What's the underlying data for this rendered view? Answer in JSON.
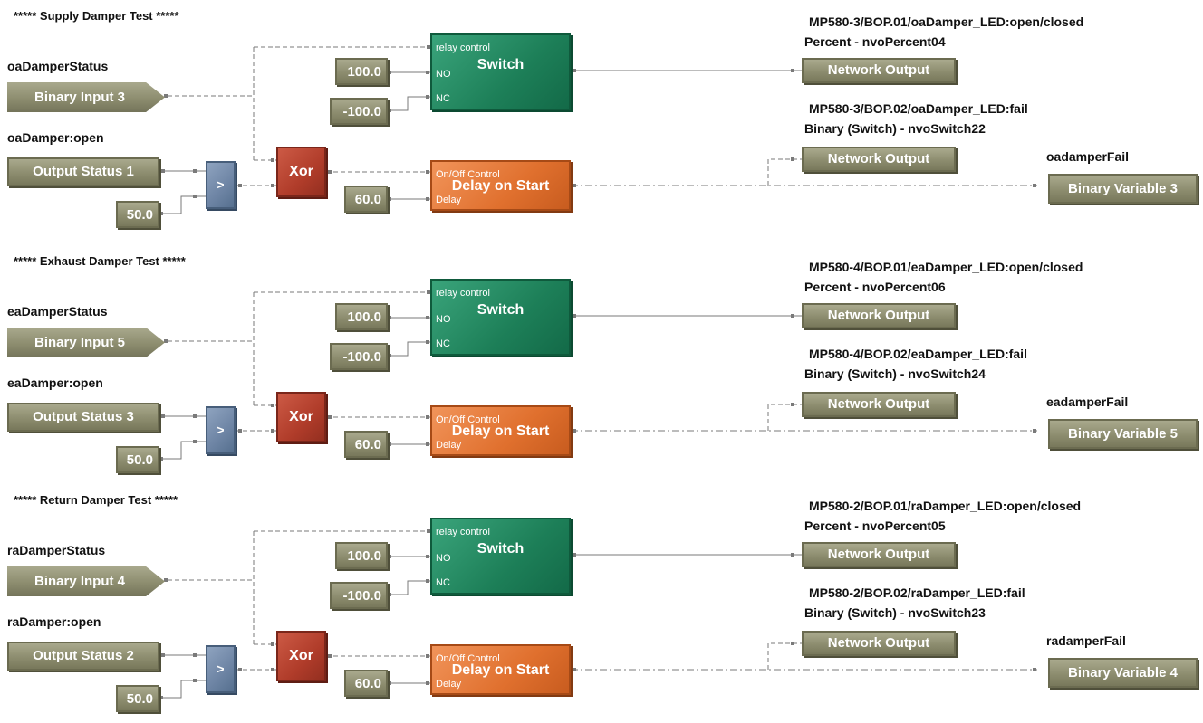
{
  "sections": [
    {
      "header": "***** Supply Damper Test *****",
      "status_label": "oaDamperStatus",
      "binary_input": "Binary Input 3",
      "open_label": "oaDamper:open",
      "output_status": "Output Status 1",
      "compare_value": "50.0",
      "compare_symbol": ">",
      "xor_label": "Xor",
      "switch": {
        "title": "Switch",
        "pin_relay": "relay control",
        "pin_no": "NO",
        "pin_nc": "NC",
        "no_value": "100.0",
        "nc_value": "-100.0"
      },
      "delay": {
        "title": "Delay on Start",
        "pin_onoff": "On/Off Control",
        "pin_delay": "Delay",
        "delay_value": "60.0"
      },
      "out1_line1": "MP580-3/BOP.01/oaDamper_LED:open/closed",
      "out1_line2": "Percent - nvoPercent04",
      "out1_block": "Network Output",
      "out2_line1": "MP580-3/BOP.02/oaDamper_LED:fail",
      "out2_line2": "Binary (Switch) - nvoSwitch22",
      "out2_block": "Network Output",
      "fail_label": "oadamperFail",
      "binary_variable": "Binary Variable 3"
    },
    {
      "header": "***** Exhaust Damper Test *****",
      "status_label": "eaDamperStatus",
      "binary_input": "Binary Input 5",
      "open_label": "eaDamper:open",
      "output_status": "Output Status 3",
      "compare_value": "50.0",
      "compare_symbol": ">",
      "xor_label": "Xor",
      "switch": {
        "title": "Switch",
        "pin_relay": "relay control",
        "pin_no": "NO",
        "pin_nc": "NC",
        "no_value": "100.0",
        "nc_value": "-100.0"
      },
      "delay": {
        "title": "Delay on Start",
        "pin_onoff": "On/Off Control",
        "pin_delay": "Delay",
        "delay_value": "60.0"
      },
      "out1_line1": "MP580-4/BOP.01/eaDamper_LED:open/closed",
      "out1_line2": "Percent - nvoPercent06",
      "out1_block": "Network Output",
      "out2_line1": "MP580-4/BOP.02/eaDamper_LED:fail",
      "out2_line2": "Binary (Switch) - nvoSwitch24",
      "out2_block": "Network Output",
      "fail_label": "eadamperFail",
      "binary_variable": "Binary Variable 5"
    },
    {
      "header": "***** Return Damper Test *****",
      "status_label": "raDamperStatus",
      "binary_input": "Binary Input 4",
      "open_label": "raDamper:open",
      "output_status": "Output Status 2",
      "compare_value": "50.0",
      "compare_symbol": ">",
      "xor_label": "Xor",
      "switch": {
        "title": "Switch",
        "pin_relay": "relay control",
        "pin_no": "NO",
        "pin_nc": "NC",
        "no_value": "100.0",
        "nc_value": "-100.0"
      },
      "delay": {
        "title": "Delay on Start",
        "pin_onoff": "On/Off Control",
        "pin_delay": "Delay",
        "delay_value": "60.0"
      },
      "out1_line1": "MP580-2/BOP.01/raDamper_LED:open/closed",
      "out1_line2": "Percent - nvoPercent05",
      "out1_block": "Network Output",
      "out2_line1": "MP580-2/BOP.02/raDamper_LED:fail",
      "out2_line2": "Binary (Switch) - nvoSwitch23",
      "out2_block": "Network Output",
      "fail_label": "radamperFail",
      "binary_variable": "Binary Variable 4"
    }
  ]
}
